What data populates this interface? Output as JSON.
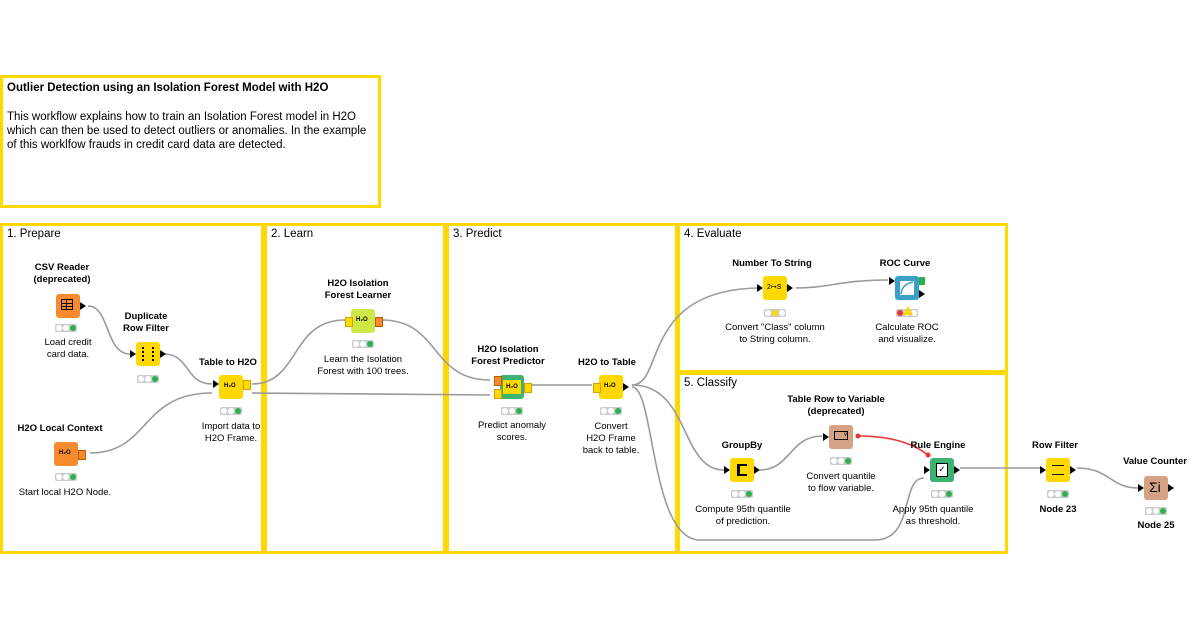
{
  "colors": {
    "annotation_border": "#ffd800",
    "reader_node": "#f58a2e",
    "manipulator_node": "#ffd800",
    "learner_node": "#cde847",
    "predictor_node": "#3cb371",
    "visualizer_node": "#3a9ec7",
    "other_node": "#d5a384",
    "traffic_light_green": "#2bb24c",
    "traffic_light_red": "#e53935",
    "traffic_light_yellow": "#ffd800",
    "connection": "#9a9a9a",
    "flow_variable_connection": "#e53935"
  },
  "intro": {
    "title": "Outlier Detection using an Isolation Forest Model with H2O",
    "body": "This workflow explains how to train an Isolation Forest model in H2O which can then be used to detect outliers or anomalies. In the example of this worklfow frauds in credit card data are detected."
  },
  "sections": [
    {
      "label": "1. Prepare"
    },
    {
      "label": "2. Learn"
    },
    {
      "label": "3. Predict"
    },
    {
      "label": "4. Evaluate"
    },
    {
      "label": "5. Classify"
    }
  ],
  "nodes": [
    {
      "name": "CSV Reader",
      "title": "CSV Reader\n(deprecated)",
      "description": "Load credit\ncard data.",
      "icon": "table-icon",
      "color": "#f58a2e",
      "status": "green"
    },
    {
      "name": "Duplicate Row Filter",
      "title": "Duplicate\nRow Filter",
      "description": "",
      "icon": "dedup-icon",
      "color": "#ffd800",
      "status": "green"
    },
    {
      "name": "Table to H2O",
      "title": "Table to H2O",
      "description": "Import data to\nH2O Frame.",
      "icon": "h2o-icon",
      "color": "#ffd800",
      "status": "green"
    },
    {
      "name": "H2O Local Context",
      "title": "H2O Local Context",
      "description": "Start local H2O Node.",
      "icon": "h2o-icon",
      "color": "#f58a2e",
      "status": "green"
    },
    {
      "name": "H2O Isolation Forest Learner",
      "title": "H2O Isolation\nForest Learner",
      "description": "Learn the Isolation\nForest with 100 trees.",
      "icon": "h2o-icon",
      "color": "#cde847",
      "status": "green"
    },
    {
      "name": "H2O Isolation Forest Predictor",
      "title": "H2O Isolation\nForest Predictor",
      "description": "Predict anomaly\nscores.",
      "icon": "h2o-icon",
      "color": "#3cb371",
      "status": "green"
    },
    {
      "name": "H2O to Table",
      "title": "H2O to Table",
      "description": "Convert\nH2O Frame\nback to table.",
      "icon": "h2o-icon",
      "color": "#ffd800",
      "status": "green"
    },
    {
      "name": "Number To String",
      "title": "Number To String",
      "description": "Convert \"Class\" column\nto String column.",
      "icon": "2s-icon",
      "color": "#ffd800",
      "status": "yellow"
    },
    {
      "name": "ROC Curve",
      "title": "ROC Curve",
      "description": "Calculate ROC\nand visualize.",
      "icon": "roc-icon",
      "color": "#3a9ec7",
      "status": "red-warning"
    },
    {
      "name": "GroupBy",
      "title": "GroupBy",
      "description": "Compute 95th quantile\nof prediction.",
      "icon": "groupby-icon",
      "color": "#ffd800",
      "status": "green"
    },
    {
      "name": "Table Row to Variable",
      "title": "Table Row to Variable\n(deprecated)",
      "description": "Convert quantile\nto flow variable.",
      "icon": "variable-icon",
      "color": "#d5a384",
      "status": "green"
    },
    {
      "name": "Rule Engine",
      "title": "Rule Engine",
      "description": "Apply 95th quantile\nas threshold.",
      "icon": "rule-icon",
      "color": "#3cb371",
      "status": "green"
    },
    {
      "name": "Row Filter",
      "title": "Row Filter",
      "description": "Node 23",
      "icon": "filter-icon",
      "color": "#ffd800",
      "status": "green"
    },
    {
      "name": "Value Counter",
      "title": "Value Counter",
      "description": "Node 25",
      "icon": "sigma-icon",
      "color": "#d5a384",
      "status": "green"
    }
  ]
}
